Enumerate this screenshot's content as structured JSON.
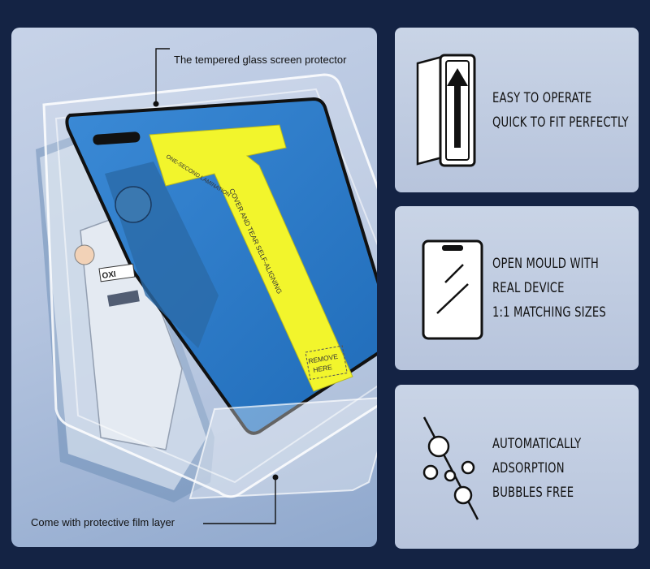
{
  "callouts": {
    "glass": "The tempered glass screen protector",
    "film": "Come with protective film layer"
  },
  "sticker": {
    "cross_text": "ONE-SECOND LAMINATION",
    "arm_text": "COVER AND TEAR  SELF-ALIGNING",
    "remove_line1": "REMOVE",
    "remove_line2": "HERE"
  },
  "screen_label": "OXI",
  "features": [
    {
      "icon": "arrow-up-icon",
      "lines": [
        "EASY TO OPERATE",
        "QUICK TO FIT PERFECTLY"
      ]
    },
    {
      "icon": "phone-outline-icon",
      "lines": [
        "OPEN MOULD WITH",
        "REAL DEVICE",
        "1:1 MATCHING SIZES"
      ]
    },
    {
      "icon": "bubbles-icon",
      "lines": [
        "AUTOMATICALLY",
        "ADSORPTION",
        "BUBBLES FREE"
      ]
    }
  ],
  "colors": {
    "background": "#142344",
    "screen": "#2f7fc9",
    "sticker": "#f2f52c",
    "card": "#c3cee2"
  }
}
